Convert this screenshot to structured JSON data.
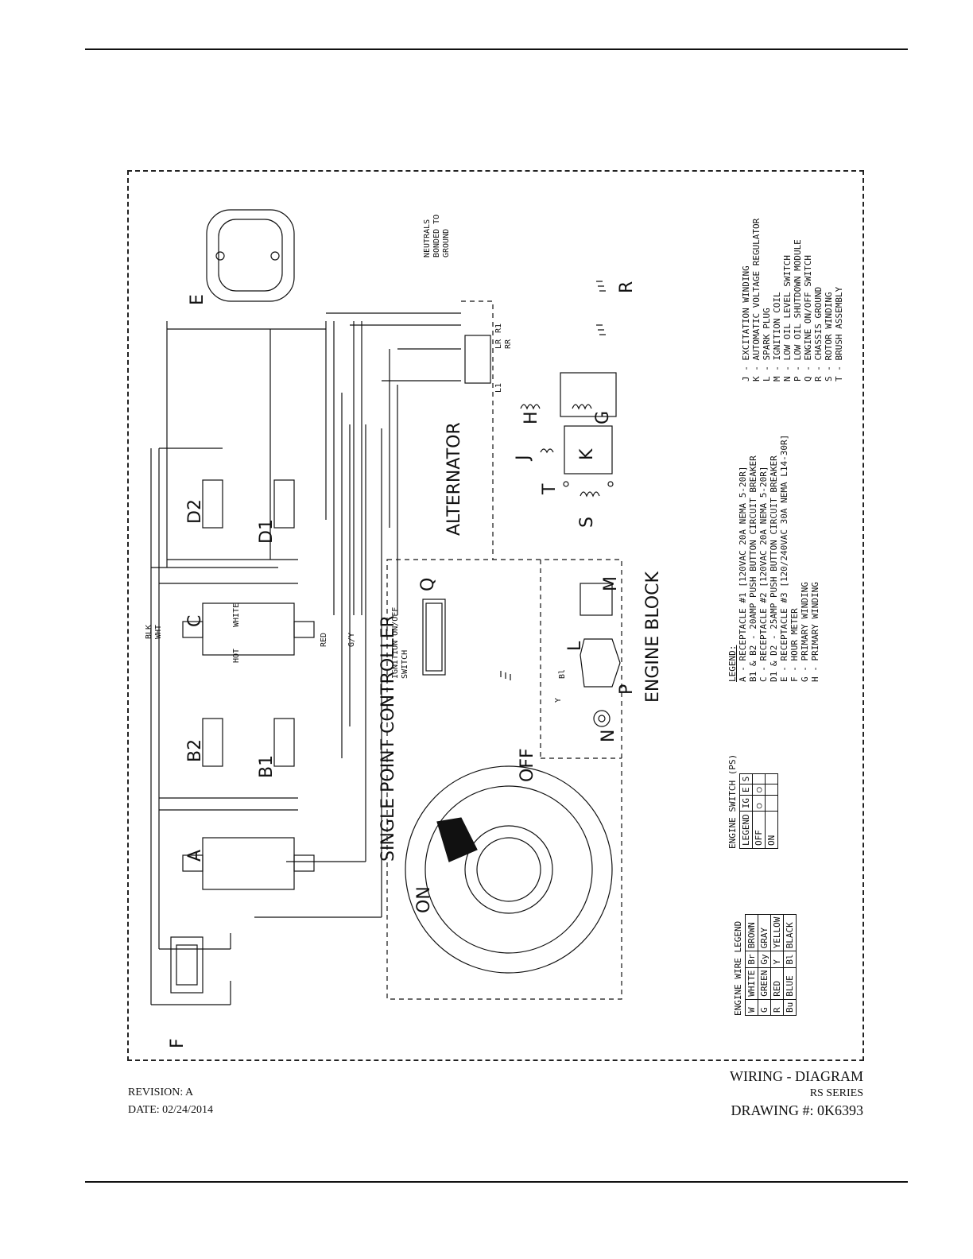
{
  "footer": {
    "revision": "REVISION: A",
    "date": "DATE: 02/24/2014",
    "title": "WIRING - DIAGRAM",
    "series": "RS SERIES",
    "drawing": "DRAWING #: 0K6393"
  },
  "sections": {
    "alternator": "ALTERNATOR",
    "single_point_controller": "SINGLE POINT CONTROLLER",
    "engine_block": "ENGINE BLOCK",
    "neutrals": [
      "NEUTRALS",
      "BONDED TO",
      "GROUND"
    ],
    "ignition_switch": [
      "IGNITION ON/OFF",
      "SWITCH"
    ],
    "on": "ON",
    "off": "OFF"
  },
  "components": {
    "A": "A",
    "B1": "B1",
    "B2": "B2",
    "C": "C",
    "D1": "D1",
    "D2": "D2",
    "E": "E",
    "F": "F",
    "G": "G",
    "H": "H",
    "J": "J",
    "K": "K",
    "M": "M",
    "N": "N",
    "P": "P",
    "Q": "Q",
    "R": "R",
    "S": "S",
    "T": "T",
    "L": "L"
  },
  "wires": {
    "blk": "BLK",
    "wht": "WHT",
    "red": "RED",
    "gy": "G/Y",
    "white": "WHITE",
    "hot": "HOT",
    "bl": "Bl",
    "y": "Y",
    "l1": "L1",
    "lr": "LR",
    "r1": "R1",
    "rr": "RR"
  },
  "legend": {
    "title": "LEGEND:",
    "items": [
      "A - RECEPTACLE #1 [120VAC 20A NEMA 5-20R]",
      "B1 & B2 - 20AMP PUSH BUTTON CIRCUIT BREAKER",
      "C - RECEPTACLE #2 [120VAC 20A NEMA 5-20R]",
      "D1 & D2 - 25AMP PUSH BUTTON CIRCUIT BREAKER",
      "E - RECEPTACLE #3 [120/240VAC 30A NEMA L14-30R]",
      "F - HOUR METER",
      "G - PRIMARY WINDING",
      "H - PRIMARY WINDING"
    ],
    "items2": [
      "J - EXCITATION WINDING",
      "K - AUTOMATIC VOLTAGE REGULATOR",
      "L - SPARK PLUG",
      "M - IGNITION COIL",
      "N - LOW OIL LEVEL SWITCH",
      "P - LOW OIL SHUTDOWN MODULE",
      "Q - ENGINE ON/OFF SWITCH",
      "R - CHASSIS GROUND",
      "S - ROTOR WINDING",
      "T - BRUSH ASSEMBLY"
    ]
  },
  "engine_switch": {
    "title": "ENGINE SWITCH (PS)",
    "legend": "LEGEND",
    "cols": [
      "IG",
      "E",
      "S"
    ],
    "rows": [
      "OFF",
      "ON"
    ]
  },
  "wire_legend": {
    "title": "ENGINE WIRE LEGEND",
    "rows": [
      [
        "W",
        "WHITE",
        "Br",
        "BROWN"
      ],
      [
        "G",
        "GREEN",
        "Gy",
        "GRAY"
      ],
      [
        "R",
        "RED",
        "Y",
        "YELLOW"
      ],
      [
        "Bu",
        "BLUE",
        "Bl",
        "BLACK"
      ]
    ]
  }
}
